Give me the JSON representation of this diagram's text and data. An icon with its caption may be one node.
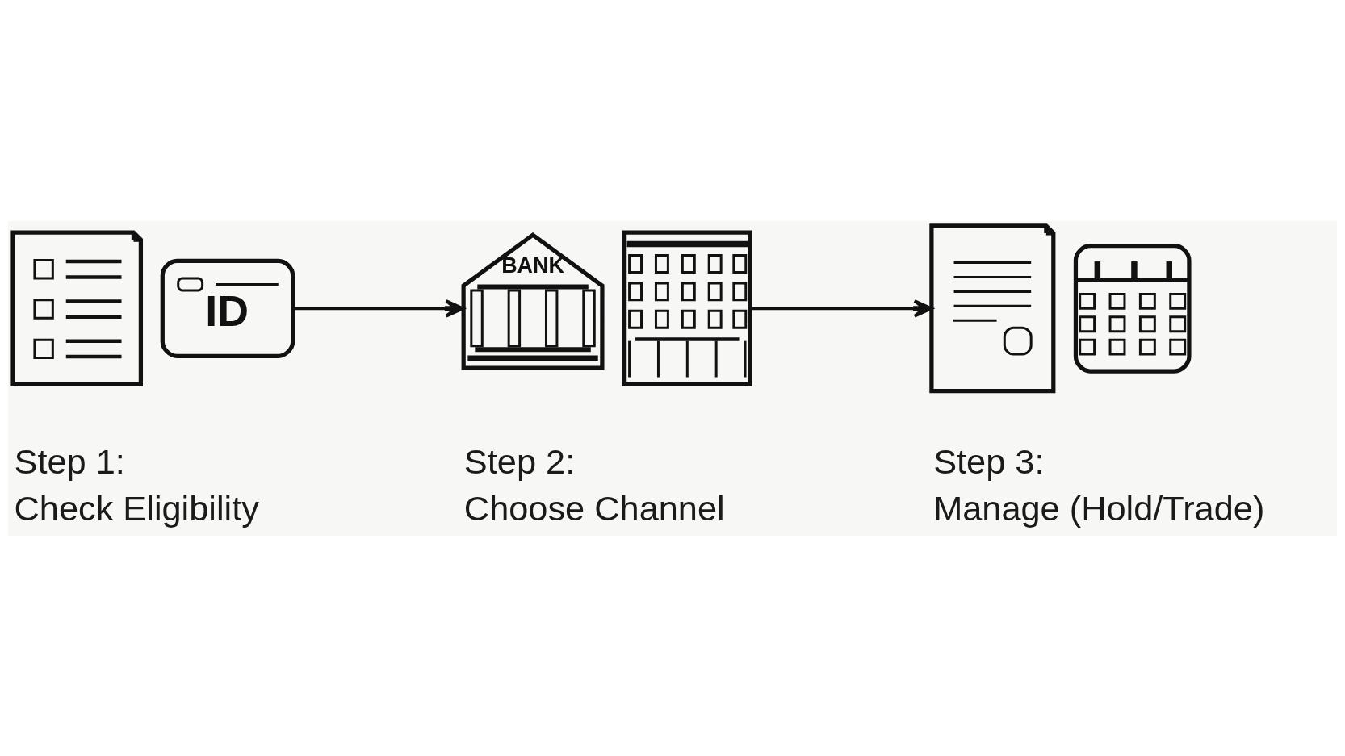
{
  "diagram": {
    "nodes": [
      {
        "text": [],
        "shape": "picture"
      },
      {
        "text": [
          "ID"
        ]
      },
      {
        "text": [
          "BANK"
        ]
      },
      {
        "text": [],
        "shape": "picture"
      },
      {
        "text": [],
        "shape": "picture"
      },
      {
        "text": [],
        "shape": "picture"
      }
    ],
    "edges": [
      {
        "from": 1,
        "to": 2,
        "arrow": "to"
      },
      {
        "from": 3,
        "to": 4,
        "arrow": "to"
      }
    ],
    "labels": [
      "Step 1:",
      "Check Eligibility",
      "Step 2:",
      "Choose Channel",
      "Step 3:",
      "Manage (Hold/Trade)"
    ]
  }
}
